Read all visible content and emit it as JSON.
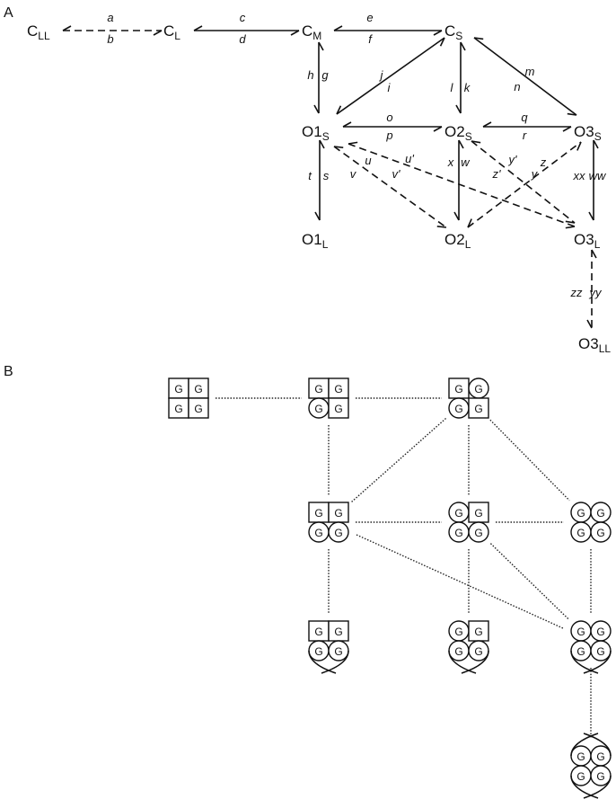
{
  "panels": {
    "a_label": "A",
    "b_label": "B"
  },
  "panel_a": {
    "nodes": [
      {
        "id": "CLL",
        "base": "C",
        "sub": "LL"
      },
      {
        "id": "CL",
        "base": "C",
        "sub": "L"
      },
      {
        "id": "CM",
        "base": "C",
        "sub": "M"
      },
      {
        "id": "CS",
        "base": "C",
        "sub": "S"
      },
      {
        "id": "O1S",
        "base": "O1",
        "sub": "S"
      },
      {
        "id": "O2S",
        "base": "O2",
        "sub": "S"
      },
      {
        "id": "O3S",
        "base": "O3",
        "sub": "S"
      },
      {
        "id": "O1L",
        "base": "O1",
        "sub": "L"
      },
      {
        "id": "O2L",
        "base": "O2",
        "sub": "L"
      },
      {
        "id": "O3L",
        "base": "O3",
        "sub": "L"
      },
      {
        "id": "O3LL",
        "base": "O3",
        "sub": "LL"
      }
    ],
    "edges": [
      {
        "from": "CLL",
        "to": "CL",
        "style": "dashed",
        "labels": [
          "a",
          "b"
        ]
      },
      {
        "from": "CL",
        "to": "CM",
        "style": "solid",
        "labels": [
          "c",
          "d"
        ]
      },
      {
        "from": "CM",
        "to": "CS",
        "style": "solid",
        "labels": [
          "e",
          "f"
        ]
      },
      {
        "from": "CM",
        "to": "O1S",
        "style": "solid",
        "labels": [
          "h",
          "g"
        ]
      },
      {
        "from": "CS",
        "to": "O1S",
        "style": "solid",
        "labels": [
          "j",
          "i"
        ]
      },
      {
        "from": "CS",
        "to": "O2S",
        "style": "solid",
        "labels": [
          "l",
          "k"
        ]
      },
      {
        "from": "CS",
        "to": "O3S",
        "style": "solid",
        "labels": [
          "m",
          "n"
        ]
      },
      {
        "from": "O1S",
        "to": "O2S",
        "style": "solid",
        "labels": [
          "o",
          "p"
        ]
      },
      {
        "from": "O2S",
        "to": "O3S",
        "style": "solid",
        "labels": [
          "q",
          "r"
        ]
      },
      {
        "from": "O1S",
        "to": "O1L",
        "style": "solid",
        "labels": [
          "t",
          "s"
        ]
      },
      {
        "from": "O1S",
        "to": "O2L",
        "style": "dashed",
        "labels": [
          "u",
          "v"
        ]
      },
      {
        "from": "O1S",
        "to": "O3L",
        "style": "dashed",
        "labels": [
          "u'",
          "v'"
        ]
      },
      {
        "from": "O2S",
        "to": "O2L",
        "style": "solid",
        "labels": [
          "x",
          "w"
        ]
      },
      {
        "from": "O2S",
        "to": "O3L",
        "style": "dashed",
        "labels": [
          "y'",
          "y"
        ]
      },
      {
        "from": "O2L",
        "to": "O3S",
        "style": "dashed",
        "labels": [
          "z",
          "z'"
        ]
      },
      {
        "from": "O3S",
        "to": "O3L",
        "style": "solid",
        "labels": [
          "xx",
          "ww"
        ]
      },
      {
        "from": "O3L",
        "to": "O3LL",
        "style": "dashed",
        "labels": [
          "zz",
          "yy"
        ]
      }
    ]
  },
  "panel_b": {
    "glyph": "G",
    "states": [
      {
        "id": "r1c1",
        "cells": [
          "square",
          "square",
          "square",
          "square"
        ],
        "cross": "none"
      },
      {
        "id": "r1c2",
        "cells": [
          "square",
          "square",
          "circle",
          "square"
        ],
        "cross": "none"
      },
      {
        "id": "r1c3",
        "cells": [
          "square",
          "circle",
          "circle",
          "square"
        ],
        "cross": "none"
      },
      {
        "id": "r2c2",
        "cells": [
          "square",
          "square",
          "circle",
          "circle"
        ],
        "cross": "none"
      },
      {
        "id": "r2c3",
        "cells": [
          "circle",
          "square",
          "circle",
          "circle"
        ],
        "cross": "none"
      },
      {
        "id": "r2c4",
        "cells": [
          "circle",
          "circle",
          "circle",
          "circle"
        ],
        "cross": "none"
      },
      {
        "id": "r3c2",
        "cells": [
          "square",
          "square",
          "circle",
          "circle"
        ],
        "cross": "bottom"
      },
      {
        "id": "r3c3",
        "cells": [
          "circle",
          "square",
          "circle",
          "circle"
        ],
        "cross": "bottom"
      },
      {
        "id": "r3c4",
        "cells": [
          "circle",
          "circle",
          "circle",
          "circle"
        ],
        "cross": "bottom"
      },
      {
        "id": "r4c4",
        "cells": [
          "circle",
          "circle",
          "circle",
          "circle"
        ],
        "cross": "both"
      }
    ],
    "links": [
      [
        "r1c1",
        "r1c2"
      ],
      [
        "r1c2",
        "r1c3"
      ],
      [
        "r1c2",
        "r2c2"
      ],
      [
        "r1c3",
        "r2c2"
      ],
      [
        "r1c3",
        "r2c3"
      ],
      [
        "r1c3",
        "r2c4"
      ],
      [
        "r2c2",
        "r2c3"
      ],
      [
        "r2c3",
        "r2c4"
      ],
      [
        "r2c2",
        "r3c2"
      ],
      [
        "r2c2",
        "r3c4"
      ],
      [
        "r2c3",
        "r3c3"
      ],
      [
        "r2c3",
        "r3c4"
      ],
      [
        "r2c4",
        "r3c4"
      ],
      [
        "r3c4",
        "r4c4"
      ]
    ]
  }
}
